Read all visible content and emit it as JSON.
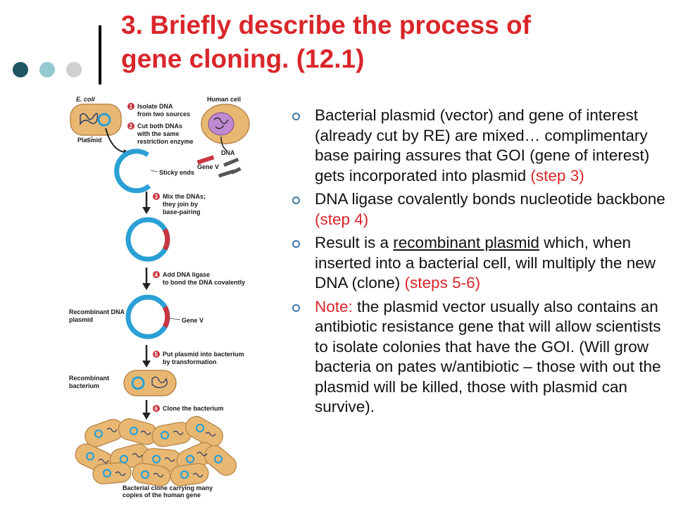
{
  "colors": {
    "title_red": "#d9262a",
    "dot_dark": "#1f5563",
    "dot_mid": "#93c9cf",
    "dot_light": "#d0d0d0",
    "bullet_marker": "#3e7aa6",
    "plasmid_blue": "#2aa0d5",
    "cell_tan": "#e8b873",
    "gene_red": "#c8343f"
  },
  "title": {
    "line1": "3.  Briefly describe the process of",
    "line2": "gene cloning. (12.1)"
  },
  "figure": {
    "ecoli": "E. coli",
    "plasmid": "Plasmid",
    "human_cell": "Human cell",
    "dna": "DNA",
    "gene_v": "Gene V",
    "sticky_ends": "Sticky ends",
    "step1": {
      "num": "1",
      "lines": [
        "Isolate DNA",
        "from two sources"
      ]
    },
    "step2": {
      "num": "2",
      "lines": [
        "Cut both DNAs",
        "with the same",
        "restriction enzyme"
      ]
    },
    "step3": {
      "num": "3",
      "lines": [
        "Mix the DNAs;",
        "they join by",
        "base-pairing"
      ]
    },
    "step4": {
      "num": "4",
      "lines": [
        "Add DNA ligase",
        "to bond the DNA covalently"
      ]
    },
    "recombinant_plasmid": [
      "Recombinant DNA",
      "plasmid"
    ],
    "gene_v_2": "Gene V",
    "step5": {
      "num": "5",
      "lines": [
        "Put plasmid into bacterium",
        "by transformation"
      ]
    },
    "recombinant_bacterium": [
      "Recombinant",
      "bacterium"
    ],
    "step6": {
      "num": "6",
      "lines": [
        "Clone the bacterium"
      ]
    },
    "clone_caption": [
      "Bacterial clone carrying many",
      "copies of the human gene"
    ]
  },
  "bullets": [
    {
      "segments": [
        {
          "text": "Bacterial plasmid (vector) and gene of interest (already cut by RE) are mixed… complimentary base pairing assures that GOI (gene of interest) gets incorporated into plasmid "
        },
        {
          "text": "(step 3)",
          "style": "red"
        }
      ]
    },
    {
      "segments": [
        {
          "text": "DNA ligase covalently bonds nucleotide backbone "
        },
        {
          "text": "(step 4)",
          "style": "red"
        }
      ]
    },
    {
      "segments": [
        {
          "text": "Result is a "
        },
        {
          "text": "recombinant plasmid",
          "style": "u"
        },
        {
          "text": " which, when inserted into a bacterial cell, will multiply the new DNA (clone) "
        },
        {
          "text": "(steps 5-6)",
          "style": "red"
        }
      ]
    },
    {
      "segments": [
        {
          "text": "Note:",
          "style": "red"
        },
        {
          "text": " the plasmid vector usually also contains an antibiotic resistance gene that will allow scientists to isolate colonies that have the GOI.  (Will grow bacteria on pates w/antibiotic – those with out the plasmid will be killed, those with plasmid can survive)."
        }
      ]
    }
  ]
}
